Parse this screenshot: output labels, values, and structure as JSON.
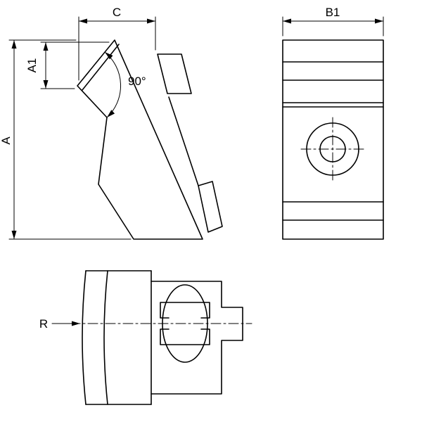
{
  "drawing": {
    "background_color": "#ffffff",
    "line_color": "#000000",
    "views": {
      "front_view": {
        "dim_c": "C",
        "dim_a1": "A1",
        "dim_a": "A",
        "dim_angle": "90°"
      },
      "side_view": {
        "dim_b1": "B1"
      },
      "bottom_view": {
        "dim_r": "R"
      }
    }
  }
}
